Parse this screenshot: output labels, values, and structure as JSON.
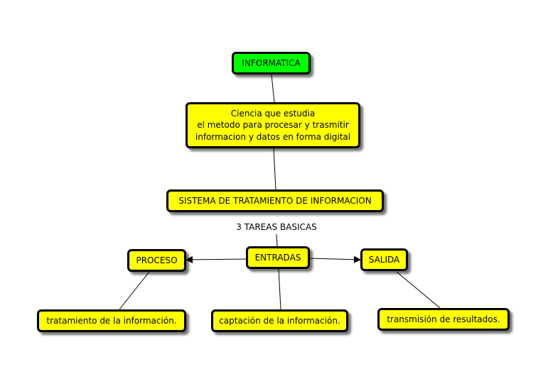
{
  "colors": {
    "root_fill": "#00ff00",
    "node_fill": "#ffff00",
    "border": "#000000",
    "line": "#000000"
  },
  "nodes": {
    "informatica": "INFORMATICA",
    "definition": {
      "line1": "Ciencia que estudia",
      "line2": "el metodo para procesar y trasmitir",
      "line3": "informacion y datos en forma digital"
    },
    "sistema": "SISTEMA DE TRATAMIENTO DE INFORMACION",
    "entradas": "ENTRADAS",
    "proceso": "PROCESO",
    "salida": "SALIDA",
    "tratamiento": "tratamiento de la información.",
    "captacion": "captación de la información.",
    "transmision": "transmisión de resultados."
  },
  "links": {
    "tareas": "3 TAREAS BASICAS"
  }
}
